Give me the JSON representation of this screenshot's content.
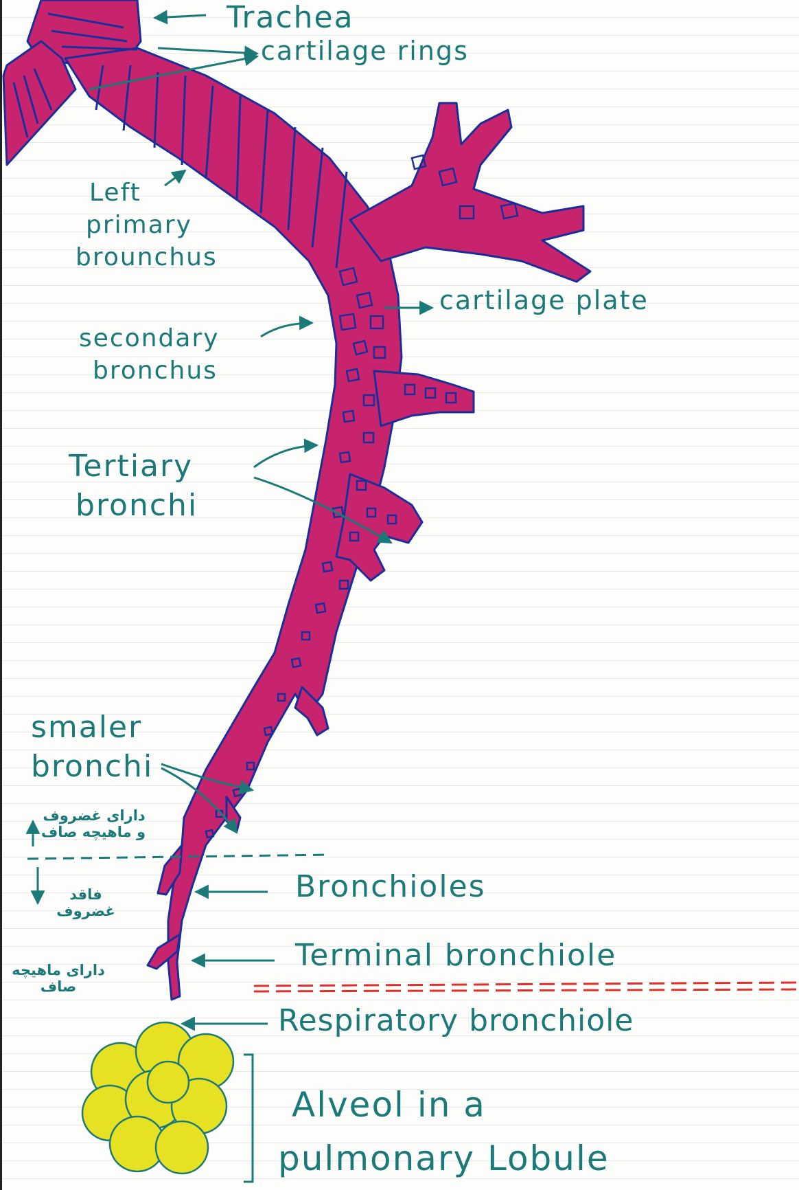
{
  "labels": {
    "trachea": "Trachea",
    "cartilage_rings": "cartilage rings",
    "left_primary_1": "Left",
    "left_primary_2": "primary",
    "left_primary_3": "brounchus",
    "cartilage_plate": "cartilage plate",
    "secondary_1": "secondary",
    "secondary_2": "bronchus",
    "tertiary_1": "Tertiary",
    "tertiary_2": "bronchi",
    "smaller_1": "smaler",
    "smaller_2": "bronchi",
    "bronchioles": "Bronchioles",
    "terminal": "Terminal bronchiole",
    "respiratory": "Respiratory bronchiole",
    "alveol_1": "Alveol in a",
    "alveol_2": "pulmonary Lobule"
  },
  "persian_notes": {
    "with_cartilage_1": "دارای غضروف",
    "with_cartilage_2": "و ماهیچه صاف",
    "without_cartilage_1": "فاقد",
    "without_cartilage_2": "غضروف",
    "with_muscle_1": "دارای ماهیچه",
    "with_muscle_2": "صاف"
  },
  "colors": {
    "airway_fill": "#c8246e",
    "airway_outline": "#1a2e9a",
    "label_ink": "#1b7a78",
    "alveoli_fill": "#e6e223",
    "red_divider": "#e0302a"
  }
}
